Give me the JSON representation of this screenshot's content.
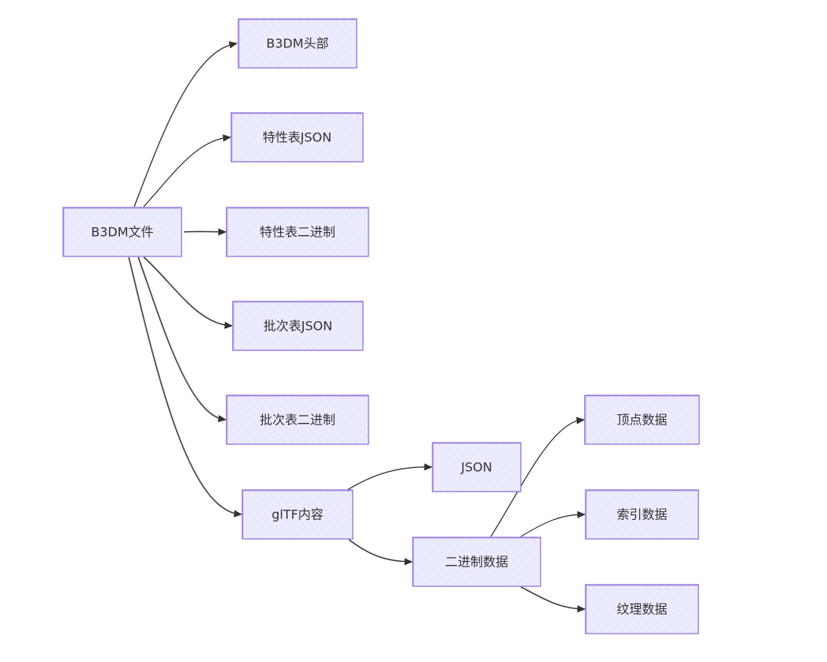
{
  "nodes": {
    "b3dm_file": {
      "label": "B3DM文件"
    },
    "b3dm_header": {
      "label": "B3DM头部"
    },
    "feature_table_json": {
      "label": "特性表JSON"
    },
    "feature_table_binary": {
      "label": "特性表二进制"
    },
    "batch_table_json": {
      "label": "批次表JSON"
    },
    "batch_table_binary": {
      "label": "批次表二进制"
    },
    "gltf_content": {
      "label": "glTF内容"
    },
    "json": {
      "label": "JSON"
    },
    "binary_data": {
      "label": "二进制数据"
    },
    "vertex_data": {
      "label": "顶点数据"
    },
    "index_data": {
      "label": "索引数据"
    },
    "texture_data": {
      "label": "纹理数据"
    }
  },
  "edges": [
    {
      "from": "b3dm_file",
      "to": "b3dm_header"
    },
    {
      "from": "b3dm_file",
      "to": "feature_table_json"
    },
    {
      "from": "b3dm_file",
      "to": "feature_table_binary"
    },
    {
      "from": "b3dm_file",
      "to": "batch_table_json"
    },
    {
      "from": "b3dm_file",
      "to": "batch_table_binary"
    },
    {
      "from": "b3dm_file",
      "to": "gltf_content"
    },
    {
      "from": "gltf_content",
      "to": "json"
    },
    {
      "from": "gltf_content",
      "to": "binary_data"
    },
    {
      "from": "binary_data",
      "to": "vertex_data"
    },
    {
      "from": "binary_data",
      "to": "index_data"
    },
    {
      "from": "binary_data",
      "to": "texture_data"
    }
  ],
  "colors": {
    "node_fill": "#ECECFF",
    "node_stroke": "#9370DB",
    "edge": "#333333",
    "text": "#333333"
  }
}
